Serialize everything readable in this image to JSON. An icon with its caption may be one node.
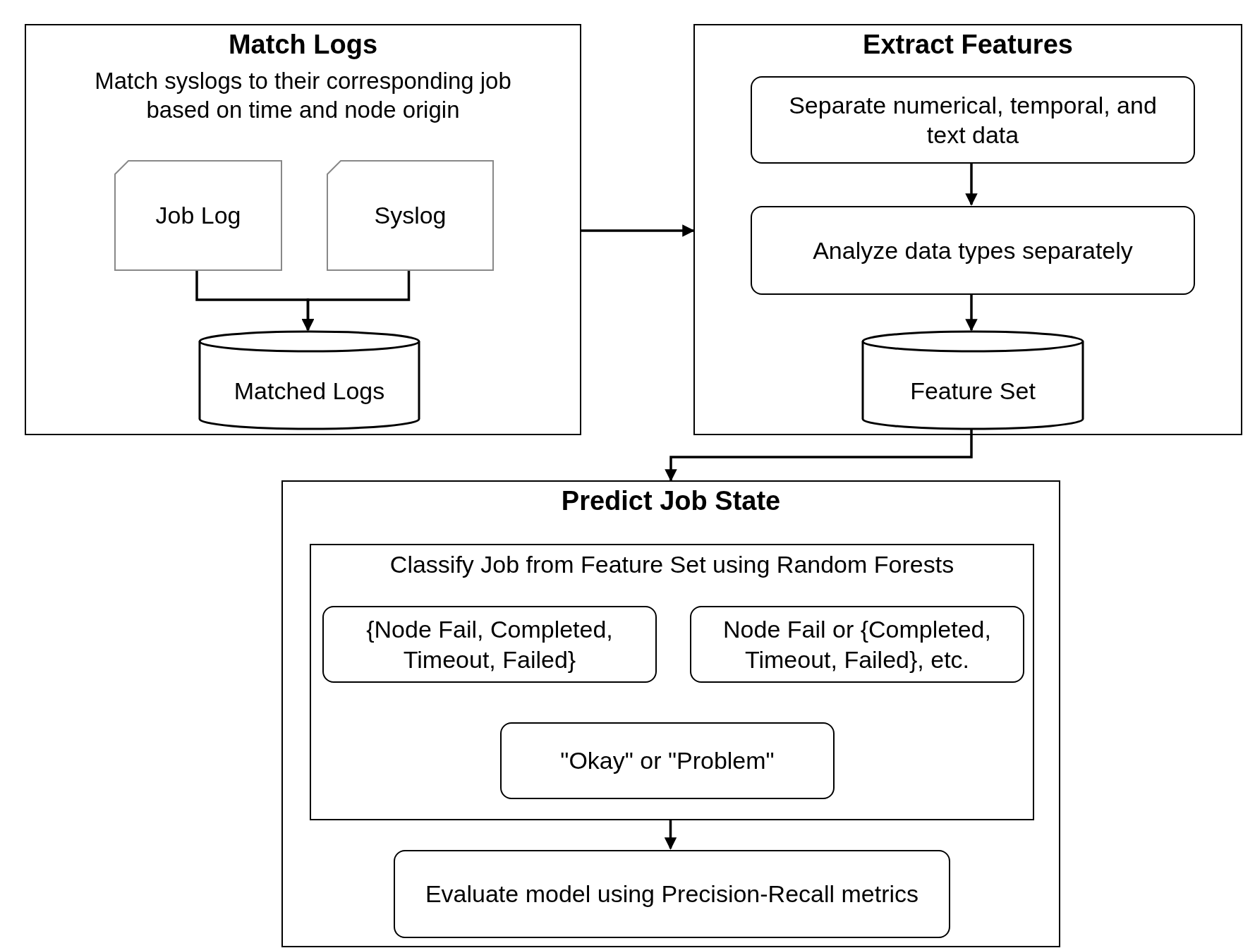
{
  "diagram": {
    "nodes": [
      {
        "text": [
          "Match Logs",
          "Match syslogs to their corresponding job based on time and node origin"
        ]
      },
      {
        "text": [
          "Job Log"
        ],
        "in": 0
      },
      {
        "text": [
          "Syslog"
        ],
        "in": 0
      },
      {
        "text": [
          "Matched Logs"
        ],
        "in": 0
      },
      {
        "text": [
          "Extract Features"
        ]
      },
      {
        "text": [
          "Separate numerical, temporal, and text data"
        ],
        "in": 4
      },
      {
        "text": [
          "Analyze data types separately"
        ],
        "in": 4
      },
      {
        "text": [
          "Feature Set"
        ],
        "in": 4
      },
      {
        "text": [
          "Predict Job State"
        ]
      },
      {
        "text": [
          "Classify Job from Feature Set using Random Forests"
        ],
        "in": 8
      },
      {
        "text": [
          "{Node Fail, Completed, Timeout, Failed}"
        ],
        "in": 9
      },
      {
        "text": [
          "Node Fail or {Completed, Timeout, Failed}, etc."
        ],
        "in": 9
      },
      {
        "text": [
          "\"Okay\" or \"Problem\""
        ],
        "in": 9
      },
      {
        "text": [
          "Evaluate model using Precision-Recall metrics"
        ],
        "in": 8
      }
    ],
    "edges": [
      {
        "from": 1,
        "to": 3,
        "arrow": "to"
      },
      {
        "from": 2,
        "to": 3,
        "arrow": "to"
      },
      {
        "from": 0,
        "to": 4,
        "arrow": "to"
      },
      {
        "from": 5,
        "to": 6,
        "arrow": "to"
      },
      {
        "from": 6,
        "to": 7,
        "arrow": "to"
      },
      {
        "from": 7,
        "to": 8,
        "arrow": "to"
      },
      {
        "from": 9,
        "to": 13,
        "arrow": "to"
      }
    ]
  }
}
